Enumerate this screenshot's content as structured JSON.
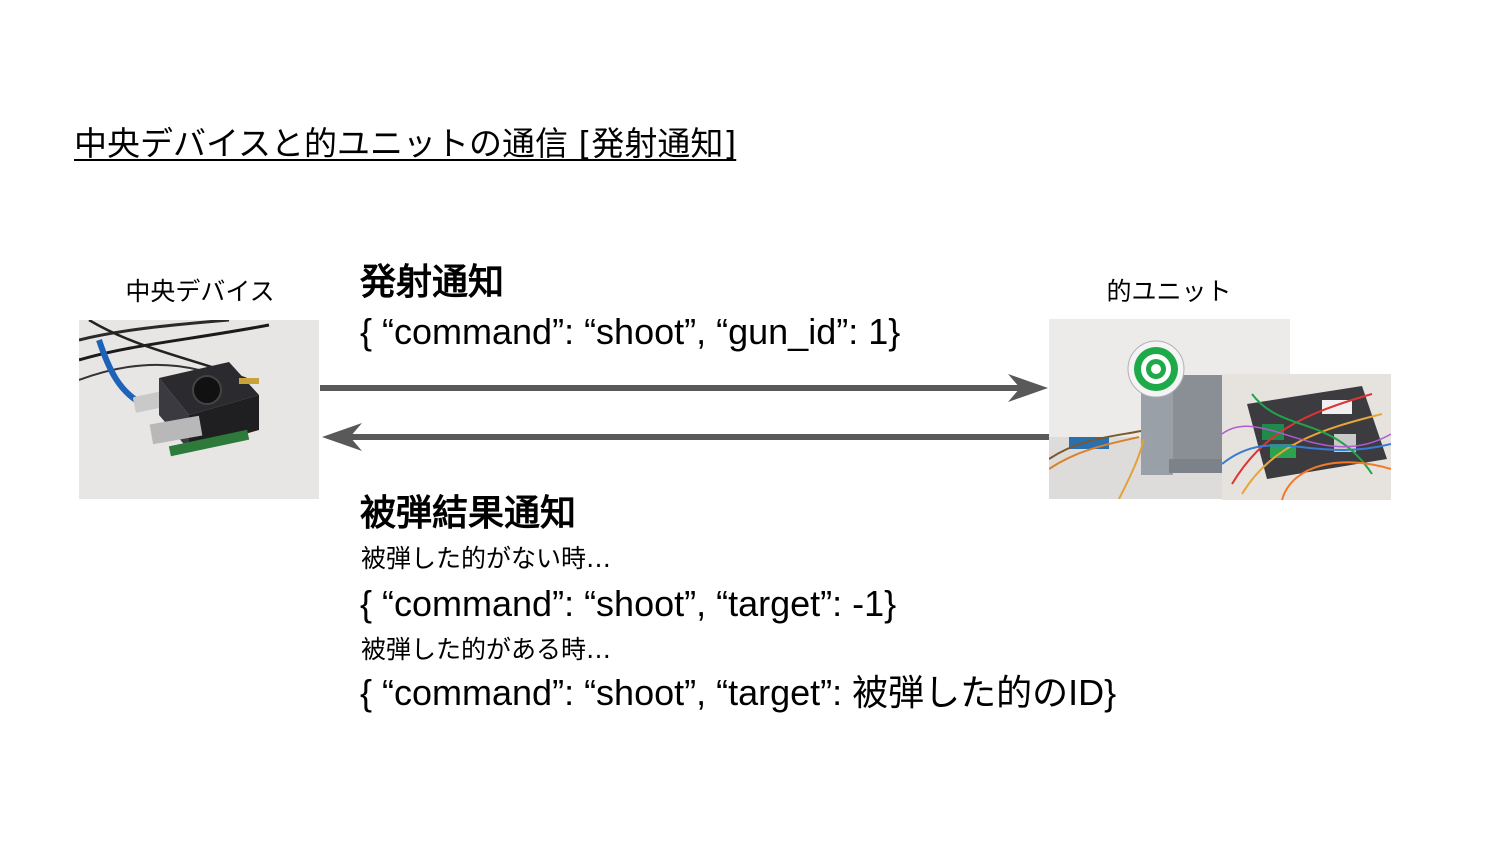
{
  "slide": {
    "title": "中央デバイスと的ユニットの通信 [発射通知]"
  },
  "central_device": {
    "label": "中央デバイス",
    "photo": "raspberry-pi-with-fan-case-and-cables"
  },
  "target_unit": {
    "label": "的ユニット",
    "photos": [
      "target-stand-with-green-bullseye",
      "wired-circuit-board"
    ]
  },
  "fire_notification": {
    "heading": "発射通知",
    "payload": "{ “command”: “shoot”, “gun_id”: 1}",
    "direction": "central_device-to-target_unit"
  },
  "hit_result_notification": {
    "heading": "被弾結果通知",
    "direction": "target_unit-to-central_device",
    "no_hit_condition": "被弾した的がない時…",
    "no_hit_payload": "{ “command”: “shoot”, “target”: -1}",
    "hit_condition": "被弾した的がある時…",
    "hit_payload": "{ “command”: “shoot”, “target”: 被弾した的のID}"
  },
  "colors": {
    "arrow": "#595959",
    "target_green": "#1faa4a"
  }
}
